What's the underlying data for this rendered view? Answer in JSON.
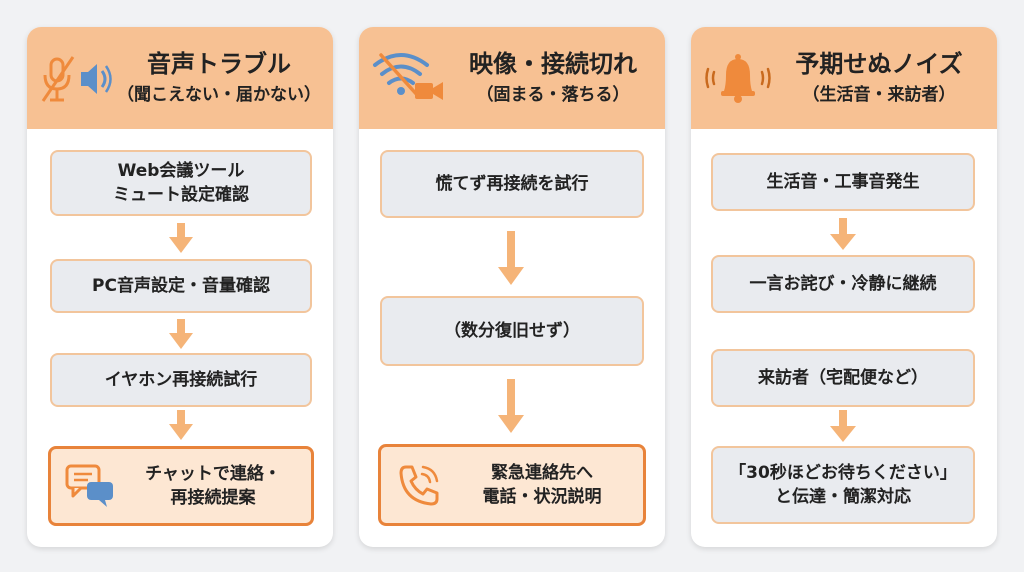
{
  "columns": [
    {
      "title": "音声トラブル",
      "subtitle": "（聞こえない・届かない）",
      "icon": "muted-mic-speaker-icon",
      "steps": [
        {
          "lines": [
            "Web会議ツール",
            "ミュート設定確認"
          ]
        },
        {
          "lines": [
            "PC音声設定・音量確認"
          ]
        },
        {
          "lines": [
            "イヤホン再接続試行"
          ]
        },
        {
          "lines": [
            "チャットで連絡・",
            "再接続提案"
          ],
          "icon": "chat-bubbles-icon"
        }
      ]
    },
    {
      "title": "映像・接続切れ",
      "subtitle": "（固まる・落ちる）",
      "icon": "wifi-camera-icon",
      "steps": [
        {
          "lines": [
            "慌てず再接続を試行"
          ]
        },
        {
          "lines": [
            "（数分復旧せず）"
          ]
        },
        {
          "lines": [
            "緊急連絡先へ",
            "電話・状況説明"
          ],
          "icon": "phone-icon"
        }
      ]
    },
    {
      "title": "予期せぬノイズ",
      "subtitle": "（生活音・来訪者）",
      "icon": "bell-icon",
      "steps": [
        {
          "lines": [
            "生活音・工事音発生"
          ]
        },
        {
          "lines": [
            "一言お詫び・冷静に継続"
          ]
        },
        {
          "lines": [
            "来訪者（宅配便など）"
          ]
        },
        {
          "lines": [
            "「30秒ほどお待ちください」",
            "と伝達・簡潔対応"
          ]
        }
      ]
    }
  ],
  "colors": {
    "header": "#f7c193",
    "box_fill": "#e9ebef",
    "box_border": "#f2c59c",
    "final_fill": "#fde7d3",
    "final_border": "#e8833a",
    "arrow": "#f5b478",
    "icon_orange": "#ef8a3c",
    "icon_blue": "#5b8fc9"
  }
}
